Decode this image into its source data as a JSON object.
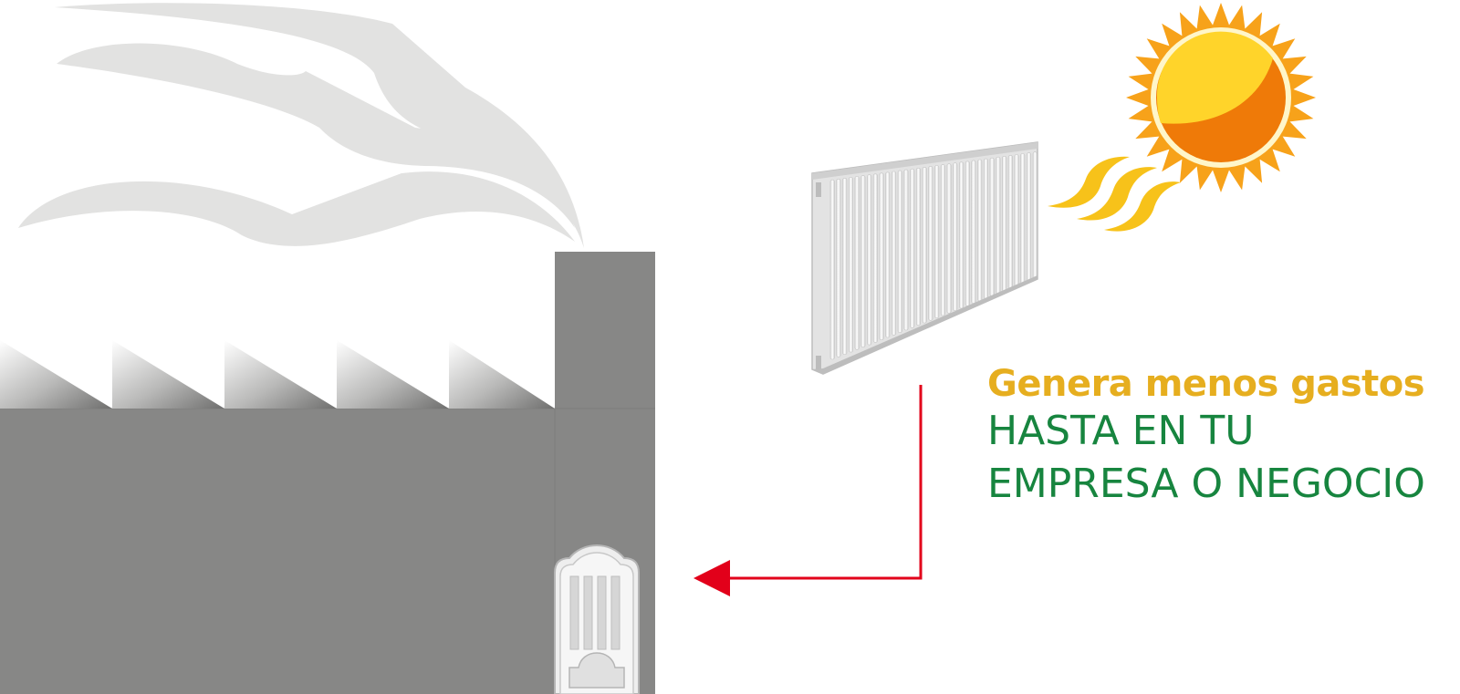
{
  "caption": {
    "headline": "Genera menos gastos",
    "line1": "HASTA EN TU",
    "line2": "EMPRESA O NEGOCIO"
  },
  "colors": {
    "headline": "#E6AE1F",
    "body_text": "#17853F",
    "arrow": "#E2001A",
    "factory": "#878786",
    "smoke": "#E2E2E1",
    "sun_core": "#FFD42A",
    "sun_shade": "#EF7A08",
    "sun_rays": "#F7A21A"
  },
  "icons": [
    "factory-icon",
    "smoke-icon",
    "radiator-icon",
    "sun-icon",
    "heat-waves-icon",
    "arrow-icon",
    "door-icon"
  ]
}
